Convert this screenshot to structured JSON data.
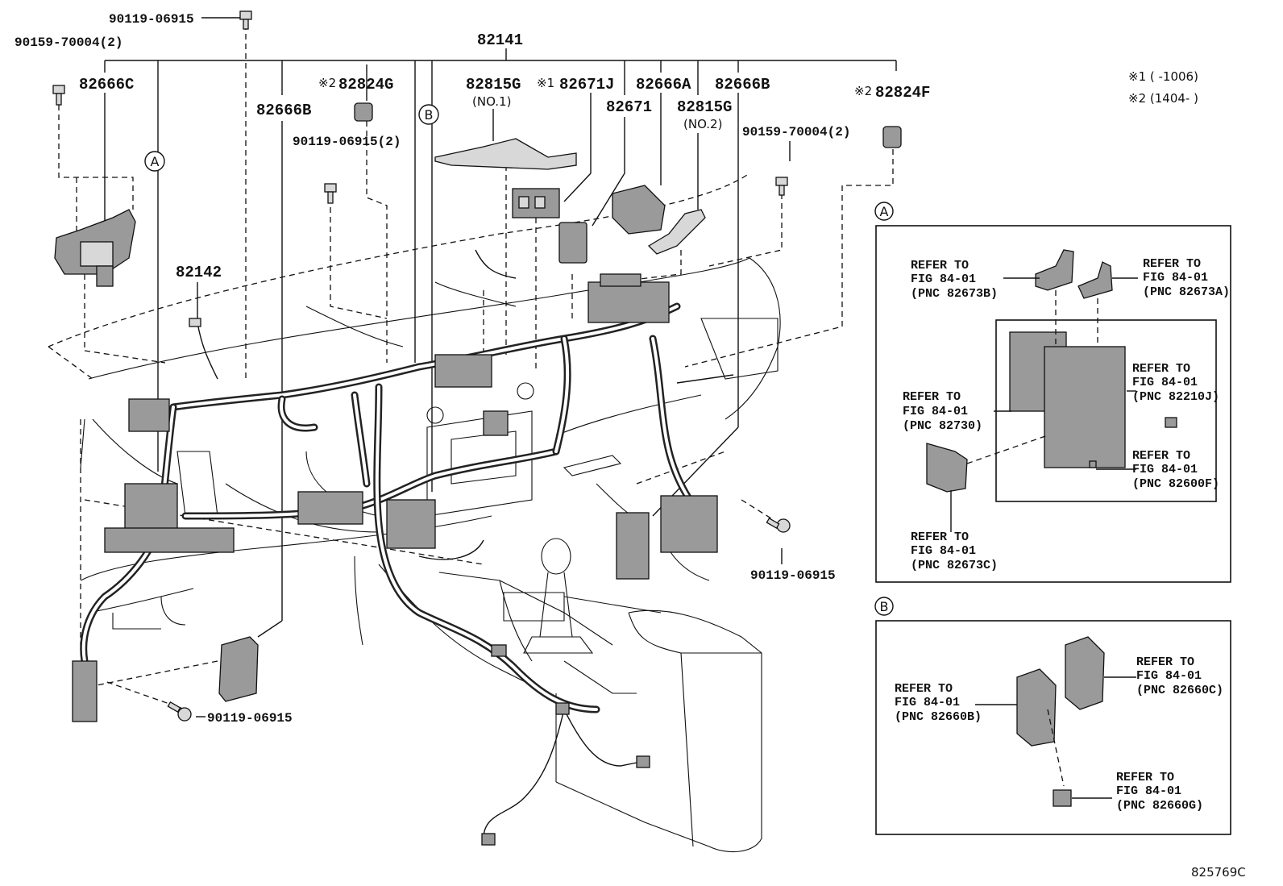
{
  "diagram_id": "825769C",
  "legend": {
    "note1": "※1 (      -1006)",
    "note2": "※2 (1404-      )"
  },
  "callouts": {
    "p82141": "82141",
    "p82666C": "82666C",
    "p82666B_left": "82666B",
    "p82824G_mark": "※2",
    "p82824G": "82824G",
    "p82815G_1": "82815G",
    "p82815G_1_sub": "(NO.1)",
    "p82671J_mark": "※1",
    "p82671J": "82671J",
    "p82666A": "82666A",
    "p82666B_right": "82666B",
    "p82671": "82671",
    "p82815G_2": "82815G",
    "p82815G_2_sub": "(NO.2)",
    "p82824F_mark": "※2",
    "p82824F": "82824F",
    "p82142": "82142",
    "bolt_top": "90119-06915",
    "bolt_topleft": "90159-70004(2)",
    "bolt_mid": "90119-06915(2)",
    "bolt_right": "90159-70004(2)",
    "bolt_lower_right": "90119-06915",
    "bolt_lower_left": "90119-06915"
  },
  "markers": {
    "a": "A",
    "b": "B"
  },
  "detail_a": {
    "tag": "A",
    "refs": [
      {
        "l1": "REFER TO",
        "l2": "FIG 84-01",
        "l3": "(PNC 82673B)"
      },
      {
        "l1": "REFER TO",
        "l2": "FIG 84-01",
        "l3": "(PNC 82673A)"
      },
      {
        "l1": "REFER TO",
        "l2": "FIG 84-01",
        "l3": "(PNC 82210J)"
      },
      {
        "l1": "REFER TO",
        "l2": "FIG 84-01",
        "l3": "(PNC 82730)"
      },
      {
        "l1": "REFER TO",
        "l2": "FIG 84-01",
        "l3": "(PNC 82600F)"
      },
      {
        "l1": "REFER TO",
        "l2": "FIG 84-01",
        "l3": "(PNC 82673C)"
      }
    ]
  },
  "detail_b": {
    "tag": "B",
    "refs": [
      {
        "l1": "REFER TO",
        "l2": "FIG 84-01",
        "l3": "(PNC 82660B)"
      },
      {
        "l1": "REFER TO",
        "l2": "FIG 84-01",
        "l3": "(PNC 82660C)"
      },
      {
        "l1": "REFER TO",
        "l2": "FIG 84-01",
        "l3": "(PNC 82660G)"
      }
    ]
  }
}
